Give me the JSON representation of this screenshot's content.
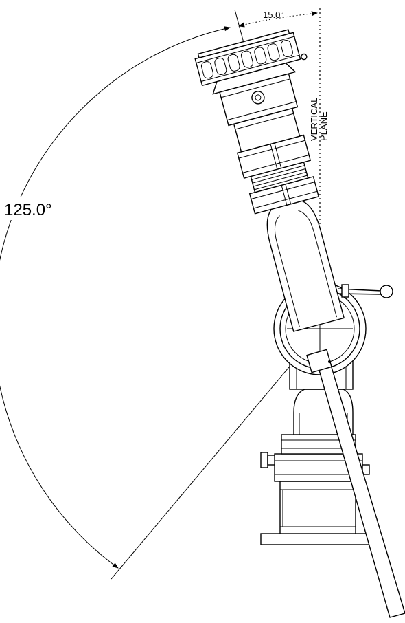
{
  "drawing": {
    "angle_large": "125.0°",
    "angle_small": "15.0°",
    "vertical_plane_line1": "VERTICAL",
    "vertical_plane_line2": "PLANE"
  },
  "colors": {
    "line": "#000000",
    "background": "#ffffff"
  }
}
